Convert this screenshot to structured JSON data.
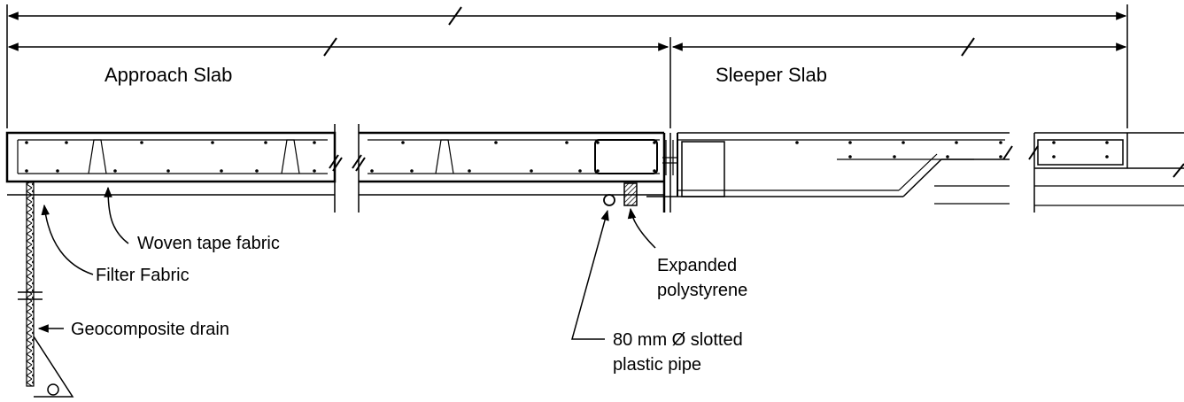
{
  "labels": {
    "approach_slab": "Approach Slab",
    "sleeper_slab": "Sleeper Slab",
    "woven_tape_fabric": "Woven tape fabric",
    "filter_fabric": "Filter Fabric",
    "geocomposite_drain": "Geocomposite drain",
    "expanded_polystyrene_1": "Expanded",
    "expanded_polystyrene_2": "polystyrene",
    "pipe_1": "80 mm Ø slotted",
    "pipe_2": "plastic pipe"
  },
  "colors": {
    "line": "#000000",
    "background": "#ffffff"
  }
}
